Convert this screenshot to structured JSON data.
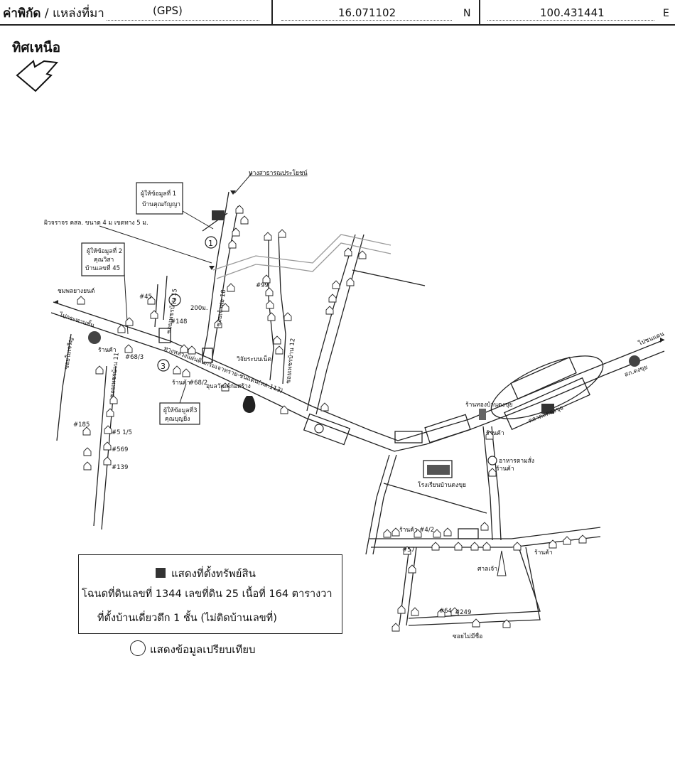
{
  "header": {
    "coord_label": "ค่าพิกัด",
    "coord_sep": " / แหล่งที่มา",
    "source": "(GPS)",
    "lat": "16.071102",
    "lat_dir": "N",
    "lon": "100.431441",
    "lon_dir": "E"
  },
  "north_label": "ทิศเหนือ",
  "map_labels": {
    "public_utility_road": "ทางสาธารณประโยชน์",
    "informant1": "ผู้ให้ข้อมูลที่ 1",
    "informant1_name": "บ้านคุณกัญญา",
    "road_surface": "ผิวจราจร คสล. ขนาด 4 ม เขตทาง 5 ม.",
    "informant2": "ผู้ให้ข้อมูลที่ 2",
    "informant2_name": "คุณวิสา",
    "informant2_house": "บ้านเลขที่ 45",
    "informant3": "ผู้ให้ข้อมูลที่3",
    "informant3_name": "คุณบุญยิ่ง",
    "num1": "1",
    "num2": "2",
    "num3": "3",
    "dist": "200ม.",
    "rubber_shop": "ชมพลยางยนต์",
    "to_pho_prathap": "ไปกระทาบชั้น",
    "highway": "ทางหลวงแผ่นดินกรมเจาทราย-ชนแดน(ทล.113)",
    "shop1": "ร้านค้า",
    "shop2": "ร้านค้า",
    "shop3": "ร้านค้า",
    "shop4": "ร้านค้า #4/2",
    "shop5": "ร้านค้า",
    "shop6": "ร้านค้า",
    "h45": "#45",
    "h148": "#148",
    "h99": "#99",
    "h68_3": "#68/3",
    "h68_2": "#68/2",
    "h185": "#185",
    "h5_1_5": "#5 1/5",
    "h569": "#569",
    "h139": "#139",
    "h64": "#64",
    "h249": "#249",
    "h57": "#57",
    "soi1": "ซอยเจ้าพ่อ 18",
    "soi2": "ซอยเพชรบ้าน 12",
    "soi3": "ซอยใบเจริญ",
    "soi4": "ซอยเพชรบ้าน 11",
    "soi5": "ซอยเพชรบ้าน 15",
    "gas": "อุบลวัฒค์ก่อสร้าง",
    "water": "วิจัยระบบเน็ต",
    "school": "โรงเรียนบ้านดงขุย",
    "temple": "ศาลเจ้า",
    "food": "อาหารตามสั่ง",
    "market": "ตลาดสดดงขุย",
    "to_chon_daen": "ไปชนแดน",
    "police": "สภ.ดงขุย",
    "alley": "ซอยไม่มีชื่อ",
    "dong_khui": "ร้านทองบ้านดงขุย"
  },
  "legend": {
    "asset_location": "แสดงที่ตั้งทรัพย์สิน",
    "deed": "โฉนดที่ดินเลขที่ 1344 เลขที่ดิน 25 เนื้อที่ 164 ตารางวา",
    "building": "ที่ตั้งบ้านเดี่ยวตึก 1 ชั้น  (ไม่ติดบ้านเลขที่)",
    "comparison": "แสดงข้อมูลเปรียบเทียบ"
  }
}
